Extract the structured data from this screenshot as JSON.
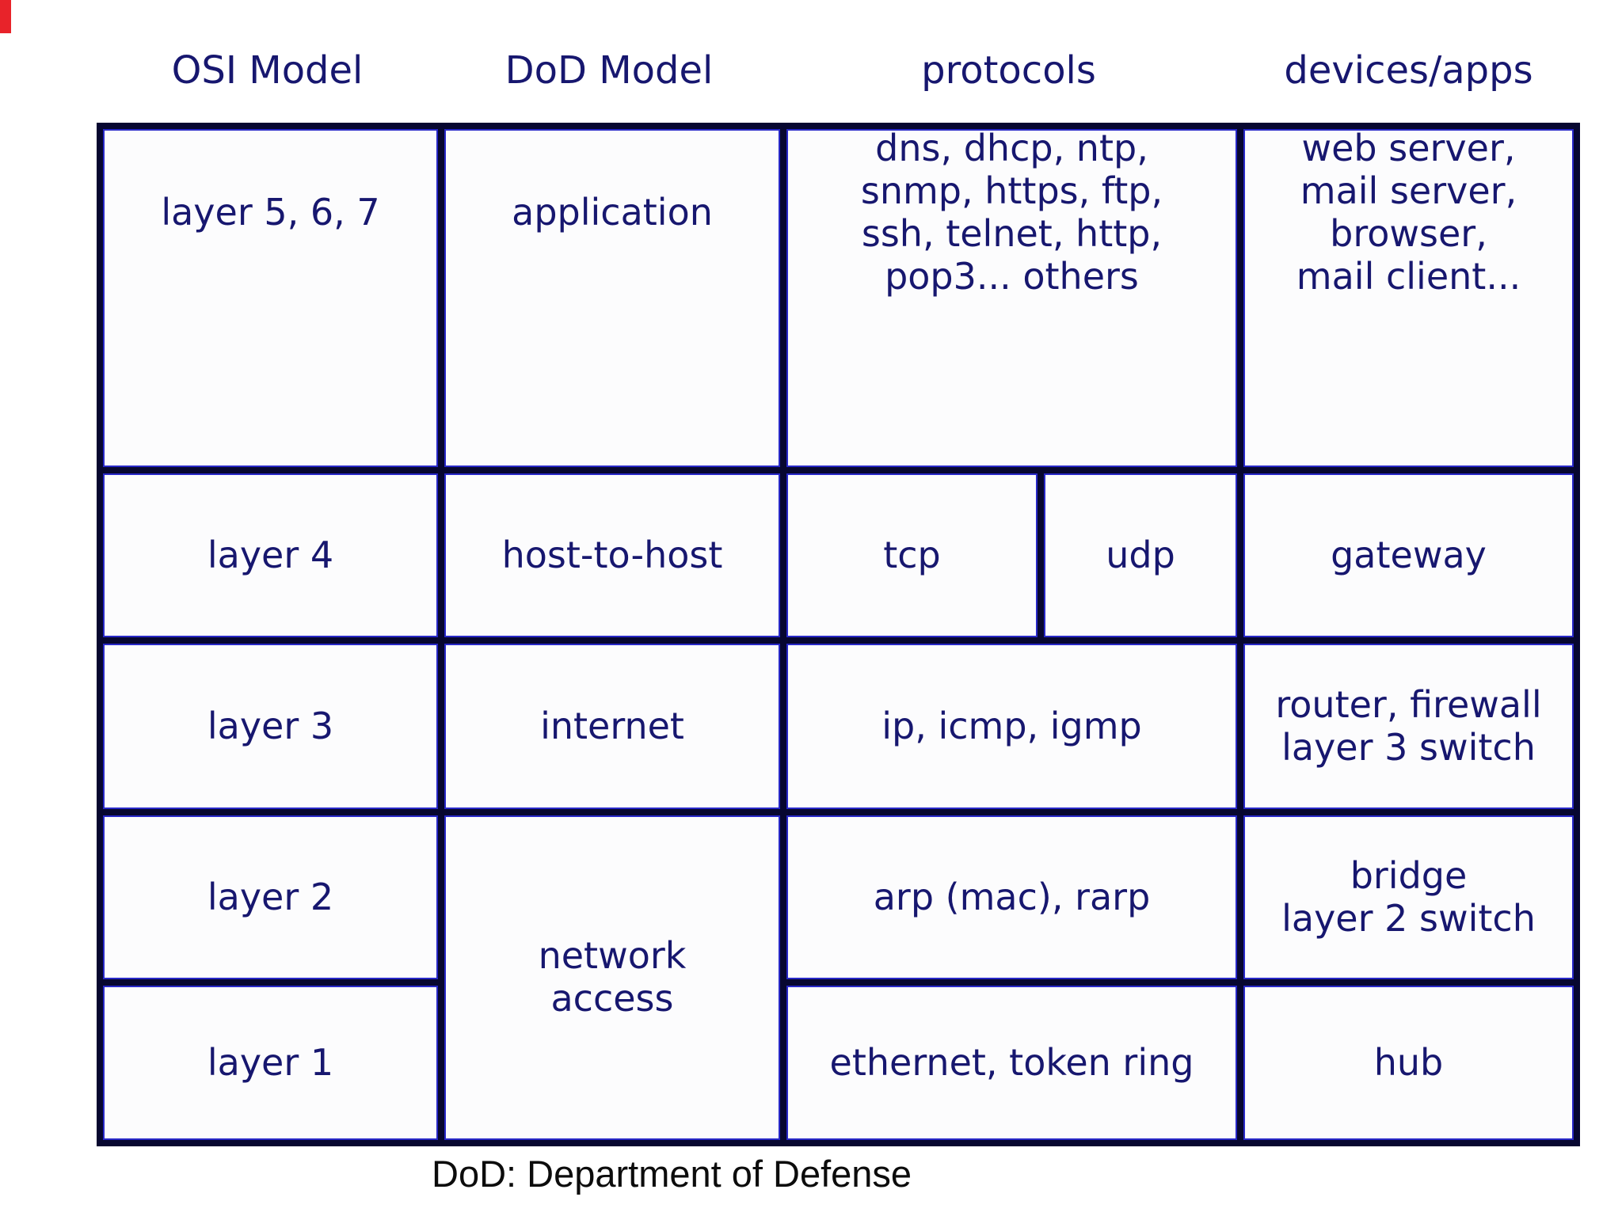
{
  "colors": {
    "text_navy": "#17176f",
    "grid_line_dark": "#070730",
    "grid_line_blue_accent": "#2828c8",
    "cell_background": "#fcfcfd",
    "footer_text": "#0c0c0c",
    "red_marker": "#e8232a",
    "page_background": "#ffffff"
  },
  "headers": [
    "OSI Model",
    "DoD Model",
    "protocols",
    "devices/apps"
  ],
  "cells": {
    "osi_layer567": "layer 5, 6, 7",
    "dod_application": "application",
    "proto_application": "dns, dhcp, ntp,\nsnmp, https, ftp,\nssh, telnet, http,\npop3... others",
    "dev_application": "web server,\nmail server,\nbrowser,\nmail client...",
    "osi_layer4": "layer 4",
    "dod_host_to_host": "host-to-host",
    "proto_tcp": "tcp",
    "proto_udp": "udp",
    "dev_gateway": "gateway",
    "osi_layer3": "layer 3",
    "dod_internet": "internet",
    "proto_internet": "ip, icmp, igmp",
    "dev_layer3": "router, firewall\nlayer 3 switch",
    "osi_layer2": "layer 2",
    "dod_network_access": "network\naccess",
    "proto_layer2": "arp (mac), rarp",
    "dev_layer2": "bridge\nlayer 2 switch",
    "osi_layer1": "layer 1",
    "proto_layer1": "ethernet, token ring",
    "dev_hub": "hub"
  },
  "footer": {
    "note": "DoD: Department of Defense"
  }
}
